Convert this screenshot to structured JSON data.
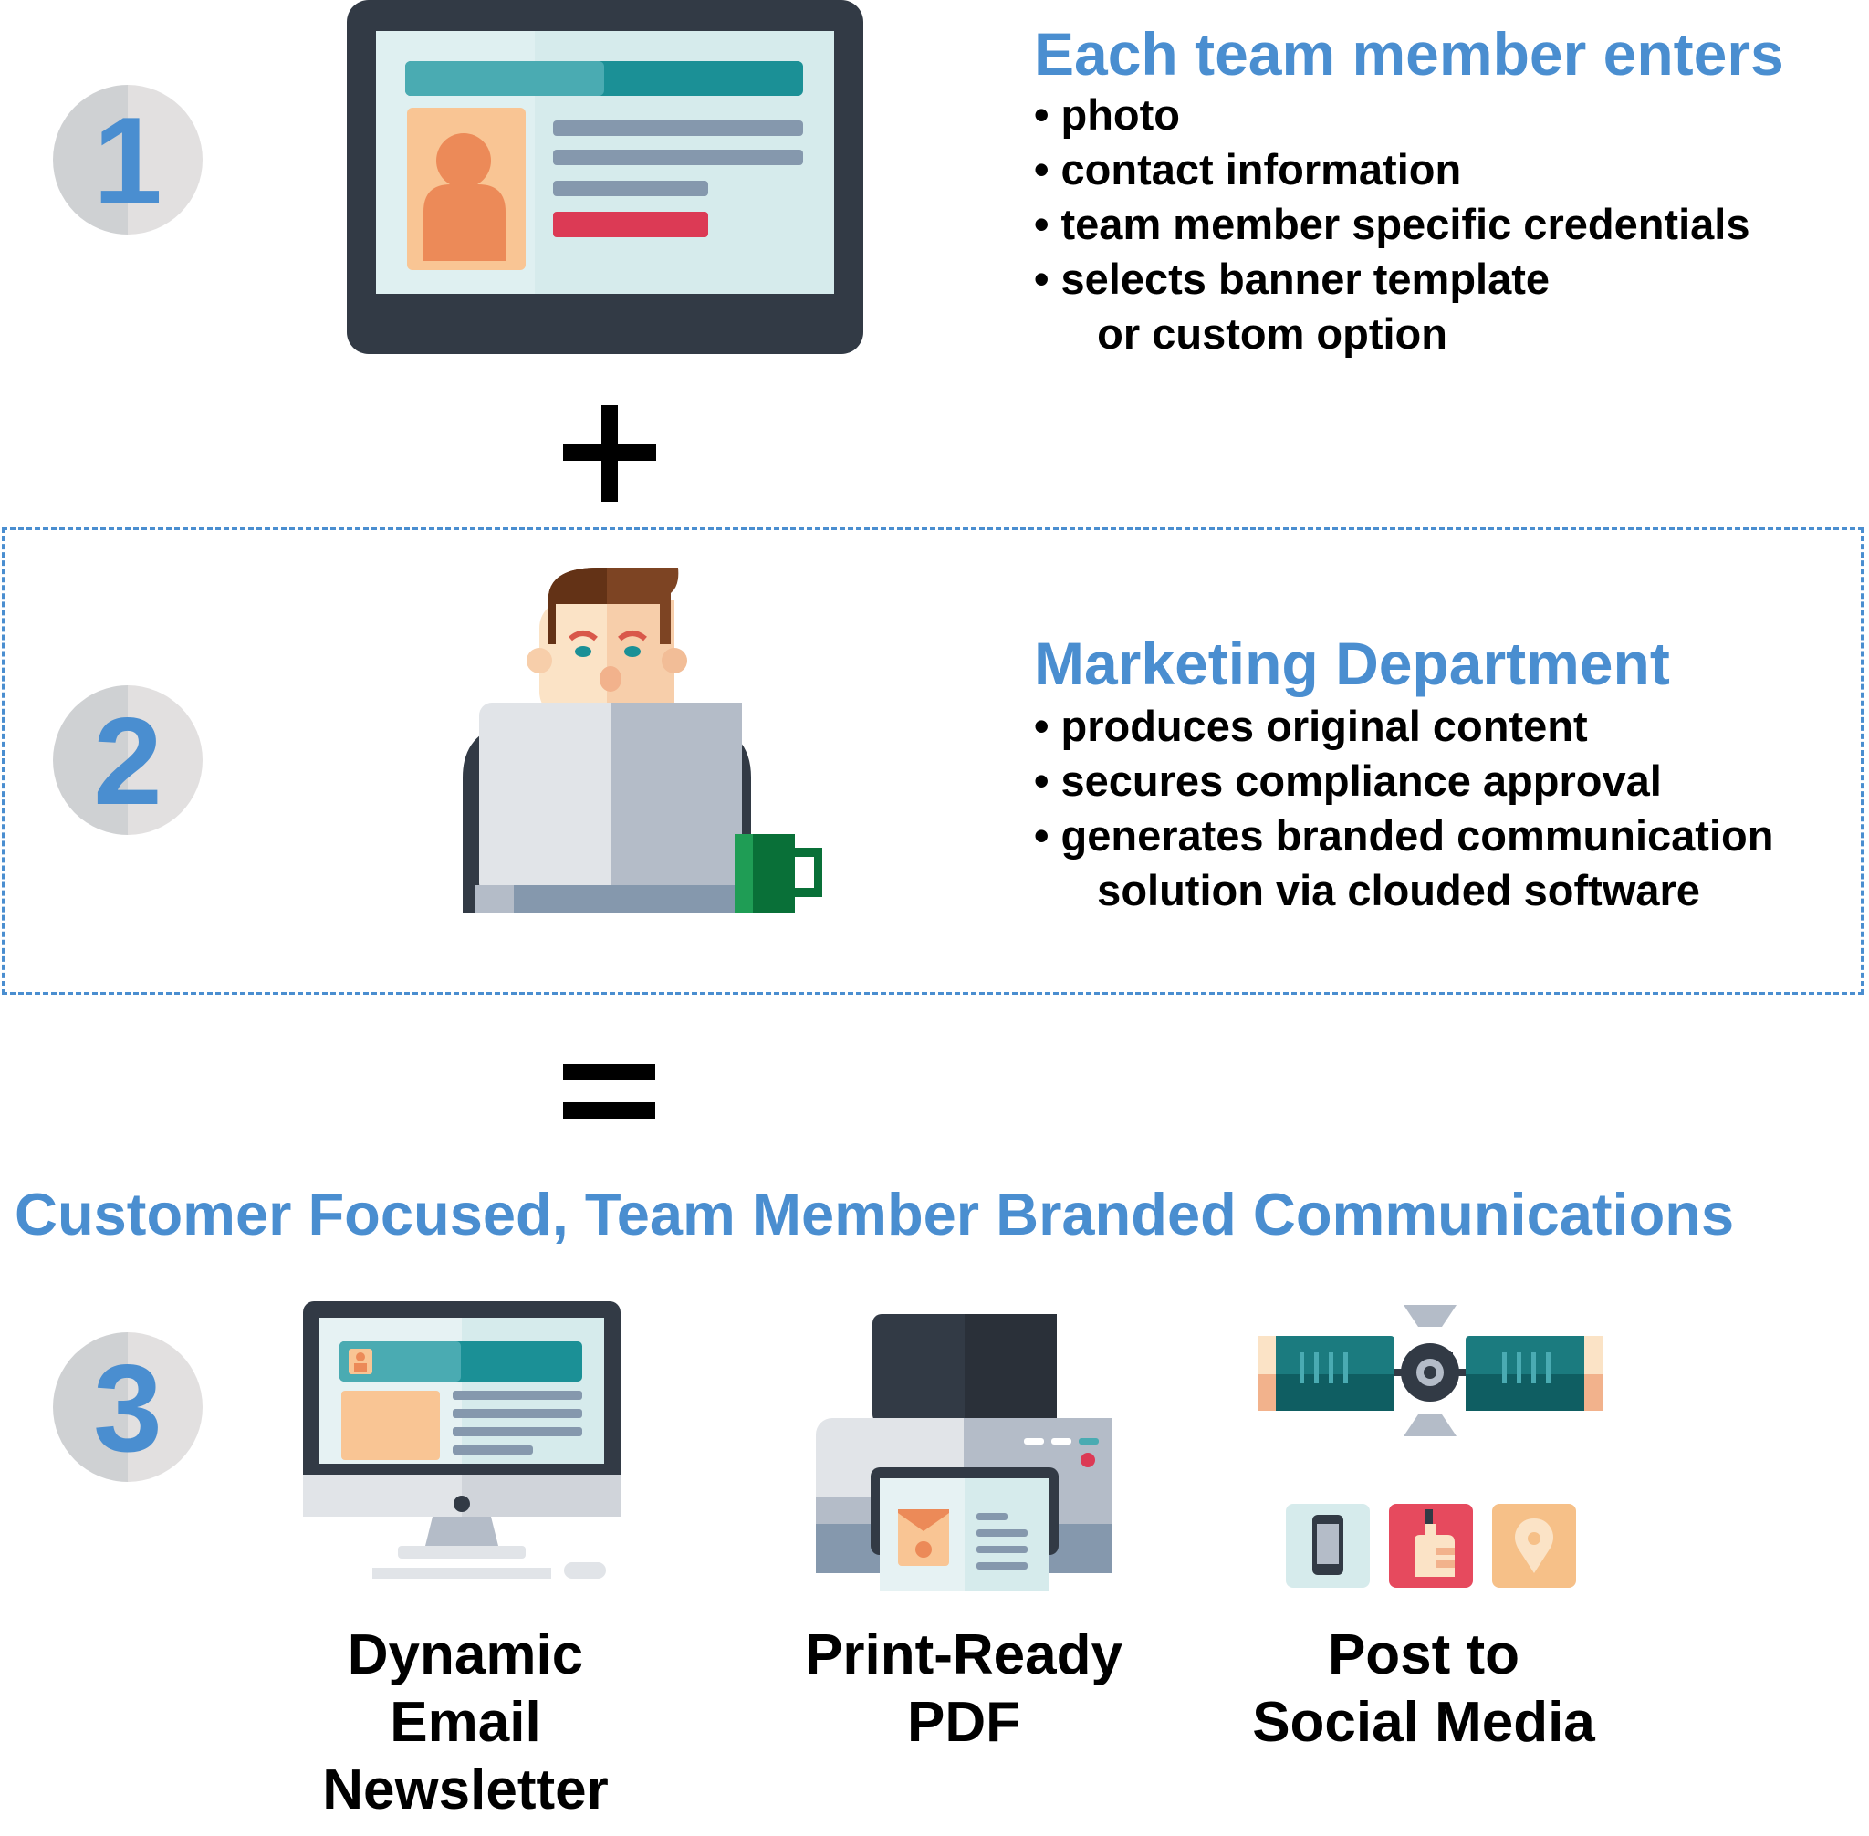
{
  "step1": {
    "number": "1",
    "heading": "Each team member enters",
    "bullets": [
      "• photo",
      "• contact information",
      "• team member specific credentials",
      "• selects banner template\n   or custom option"
    ]
  },
  "operator_plus": "+",
  "step2": {
    "number": "2",
    "heading": "Marketing Department",
    "bullets": [
      "• produces original content",
      "• secures compliance approval",
      "• generates branded communication\n   solution via clouded software"
    ]
  },
  "operator_equals": "=",
  "result_title": "Customer Focused, Team Member Branded Communications",
  "step3": {
    "number": "3",
    "outputs": [
      {
        "line1": "Dynamic",
        "line2": "Email",
        "line3": "Newsletter",
        "icon": "desktop-monitor-icon"
      },
      {
        "line1": "Print-Ready",
        "line2": "PDF",
        "icon": "printer-icon"
      },
      {
        "line1": "Post to",
        "line2": "Social Media",
        "icon": "satellite-icon"
      }
    ]
  },
  "colors": {
    "accent_blue": "#4a8ed0",
    "circle_gray": "#d9d9da",
    "screen_dark": "#323a45",
    "screen_light": "#d6ebec",
    "teal": "#1b9096",
    "avatar_orange": "#f9c594",
    "alert_red": "#dc3a55"
  }
}
